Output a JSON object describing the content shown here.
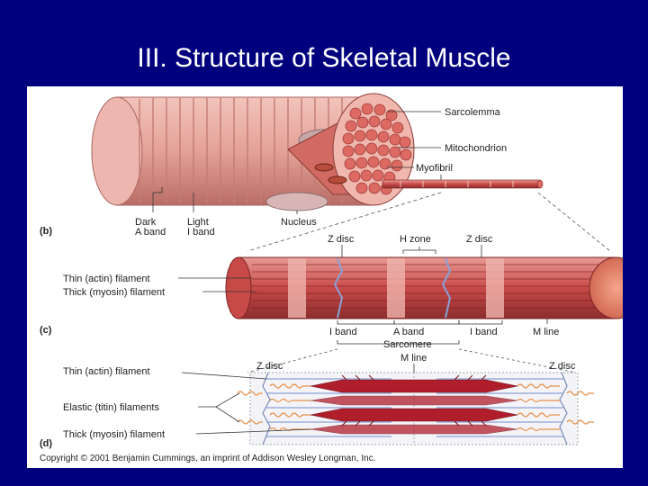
{
  "slide": {
    "title": "III. Structure of Skeletal Muscle",
    "background_color": "#00007f",
    "title_color": "#ffffff"
  },
  "diagram": {
    "panel_b": {
      "panel_label": "(b)",
      "sarcolemma": "Sarcolemma",
      "mitochondrion": "Mitochondrion",
      "myofibril": "Myofibril",
      "dark_a_band_line1": "Dark",
      "dark_a_band_line2": "A band",
      "light_i_band_line1": "Light",
      "light_i_band_line2": "I band",
      "nucleus": "Nucleus"
    },
    "panel_c": {
      "panel_label": "(c)",
      "z_disc_left": "Z disc",
      "h_zone": "H zone",
      "z_disc_right": "Z disc",
      "thin_filament": "Thin (actin) filament",
      "thick_filament": "Thick (myosin) filament",
      "i_band_left": "I band",
      "a_band": "A band",
      "i_band_right": "I band",
      "m_line": "M line",
      "sarcomere": "Sarcomere"
    },
    "panel_d": {
      "panel_label": "(d)",
      "m_line": "M line",
      "z_disc_left": "Z disc",
      "z_disc_right": "Z disc",
      "thin_filament": "Thin (actin) filament",
      "elastic_filaments": "Elastic (titin) filaments",
      "thick_filament": "Thick (myosin) filament"
    },
    "copyright": "Copyright © 2001 Benjamin Cummings, an imprint of Addison Wesley Longman, Inc.",
    "colors": {
      "muscle_light": "#e8a7a0",
      "muscle_dark": "#c9736d",
      "myofibril_red": "#c53a3a",
      "myosin_red": "#b01e2c",
      "titin_orange": "#e8904a",
      "actin_blue": "#8aa0d8"
    }
  }
}
